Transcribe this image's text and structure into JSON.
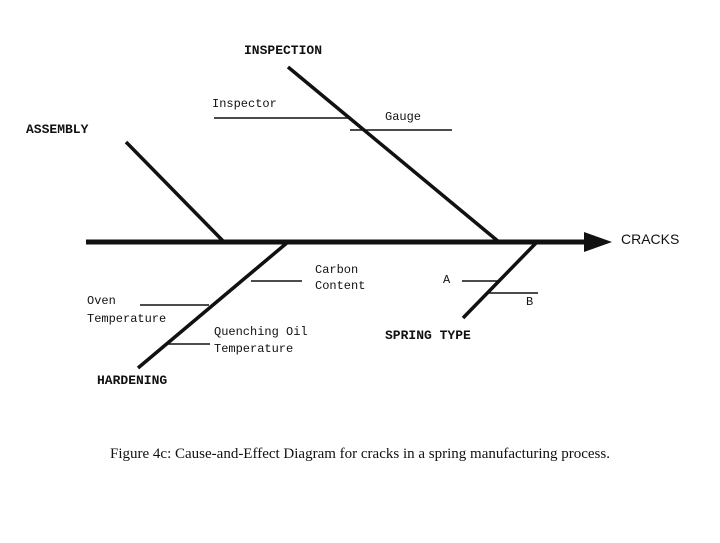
{
  "effect": "CRACKS",
  "categories": {
    "inspection": "INSPECTION",
    "assembly": "ASSEMBLY",
    "hardening": "HARDENING",
    "spring_type": "SPRING TYPE"
  },
  "causes": {
    "inspector": "Inspector",
    "gauge": "Gauge",
    "carbon_content": [
      "Carbon",
      "Content"
    ],
    "oven_temperature": [
      "Oven",
      "Temperature"
    ],
    "quenching_oil_temperature": [
      "Quenching Oil",
      "Temperature"
    ],
    "type_a": "A",
    "type_b": "B"
  },
  "caption": "Figure 4c:  Cause-and-Effect Diagram for cracks in a spring manufacturing process."
}
